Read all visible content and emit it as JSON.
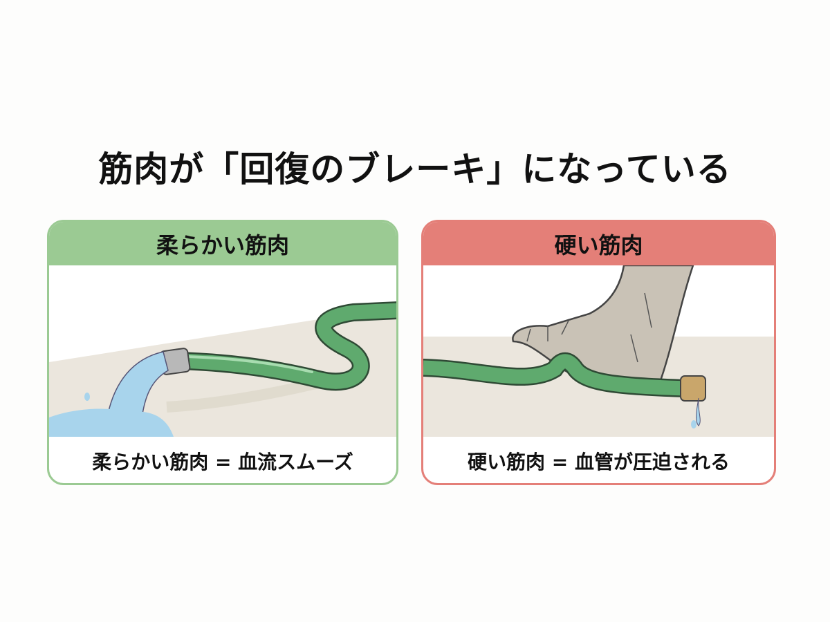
{
  "title": "筋肉が「回復のブレーキ」になっている",
  "panels": [
    {
      "heading": "柔らかい筋肉",
      "caption": "柔らかい筋肉 = 血流スムーズ",
      "accent": "#9bca93",
      "illustration": "hose-water-flowing"
    },
    {
      "heading": "硬い筋肉",
      "caption": "硬い筋肉 = 血管が圧迫される",
      "accent": "#e47f78",
      "illustration": "foot-stepping-on-hose"
    }
  ]
}
